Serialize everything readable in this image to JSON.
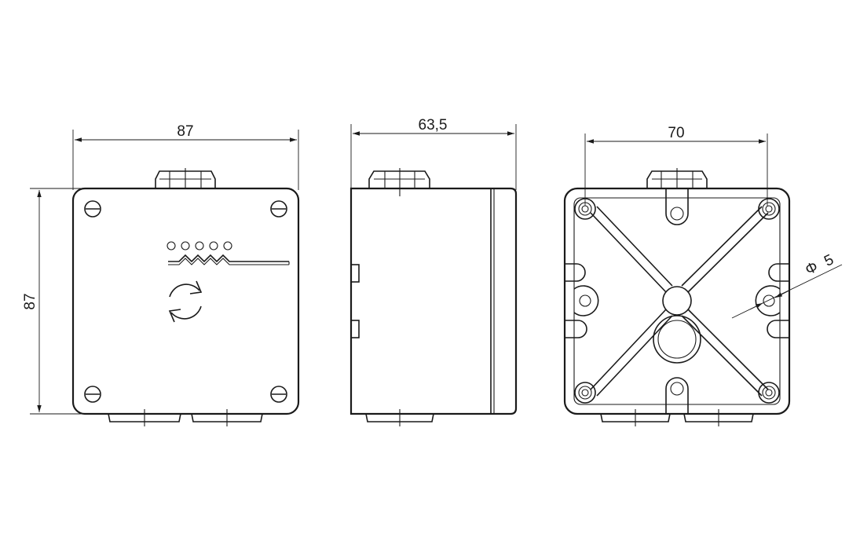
{
  "dimensions": {
    "front_width": "87",
    "front_height": "87",
    "side_depth": "63,5",
    "rear_hole_spacing": "70",
    "hole_diameter_symbol": "Φ",
    "hole_diameter_value": "5"
  },
  "colors": {
    "line": "#1a1a1a",
    "background": "#ffffff"
  },
  "icons": {
    "led_row": "five-led-indicator",
    "signal": "signal-wave",
    "reset": "circular-arrows-refresh"
  }
}
